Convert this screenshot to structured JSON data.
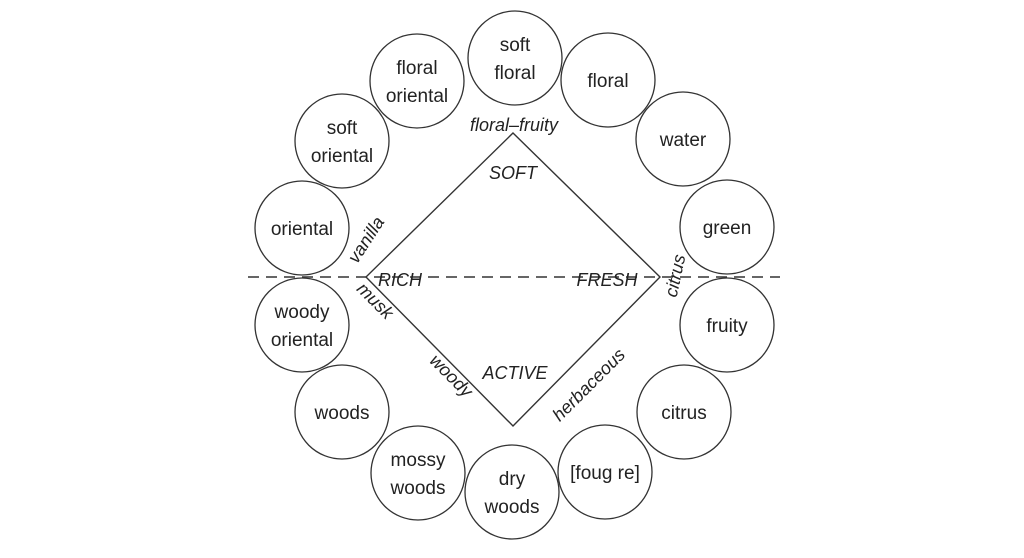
{
  "wheel": {
    "categories": [
      {
        "label": [
          "soft",
          "floral"
        ]
      },
      {
        "label": [
          "floral"
        ]
      },
      {
        "label": [
          "water"
        ]
      },
      {
        "label": [
          "green"
        ]
      },
      {
        "label": [
          "fruity"
        ]
      },
      {
        "label": [
          "citrus"
        ]
      },
      {
        "label": [
          "[foug re]"
        ]
      },
      {
        "label": [
          "dry",
          "woods"
        ]
      },
      {
        "label": [
          "mossy",
          "woods"
        ]
      },
      {
        "label": [
          "woods"
        ]
      },
      {
        "label": [
          "woody",
          "oriental"
        ]
      },
      {
        "label": [
          "oriental"
        ]
      },
      {
        "label": [
          "soft",
          "oriental"
        ]
      },
      {
        "label": [
          "floral",
          "oriental"
        ]
      }
    ],
    "quadrants": {
      "top": "SOFT",
      "left": "RICH",
      "right": "FRESH",
      "bottom": "ACTIVE"
    },
    "edge_labels": {
      "floral_fruity": "floral–fruity",
      "vanilla": "vanilla",
      "musk": "musk",
      "citrus": "citrus",
      "woody": "woody",
      "herbaceous": "herbaceous"
    }
  }
}
